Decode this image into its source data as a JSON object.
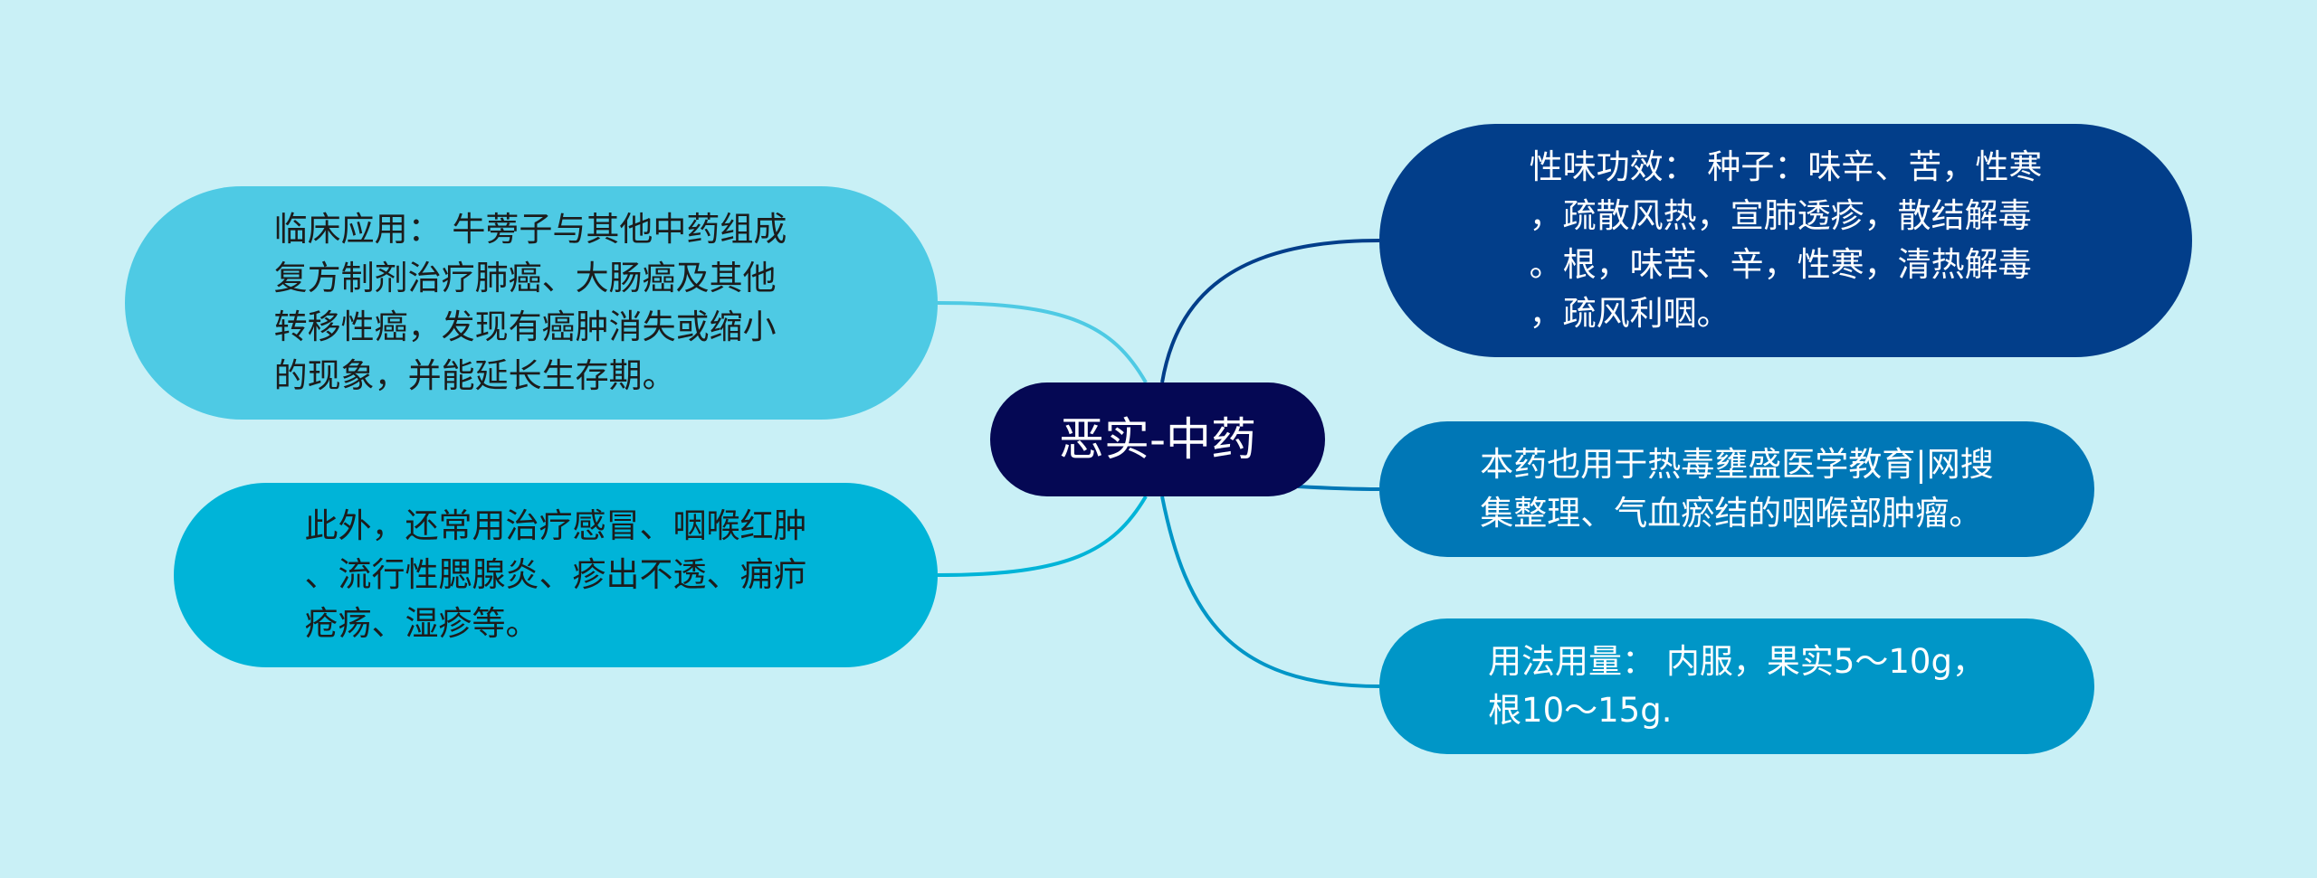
{
  "center": {
    "label": "恶实-中药",
    "color": "#050854"
  },
  "branches": {
    "left_1": {
      "text": "临床应用： 牛蒡子与其他中药组成\n复方制剂治疗肺癌、大肠癌及其他\n转移性癌，发现有癌肿消失或缩小\n的现象，并能延长生存期。",
      "color": "#4ecae4"
    },
    "left_2": {
      "text": "此外，还常用治疗感冒、咽喉红肿\n、流行性腮腺炎、疹出不透、痈疖\n疮疡、湿疹等。",
      "color": "#00b4d8"
    },
    "right_1": {
      "text": "性味功效： 种子：味辛、苦，性寒\n，疏散风热，宣肺透疹，散结解毒\n。根，味苦、辛，性寒，清热解毒\n，疏风利咽。",
      "color": "#023e8a"
    },
    "right_2": {
      "text": "本药也用于热毒壅盛医学教育|网搜\n集整理、气血瘀结的咽喉部肿瘤。",
      "color": "#0077b6"
    },
    "right_3": {
      "text": "用法用量： 内服，果实5～10g，\n根10～15g.",
      "color": "#0096c7"
    }
  }
}
